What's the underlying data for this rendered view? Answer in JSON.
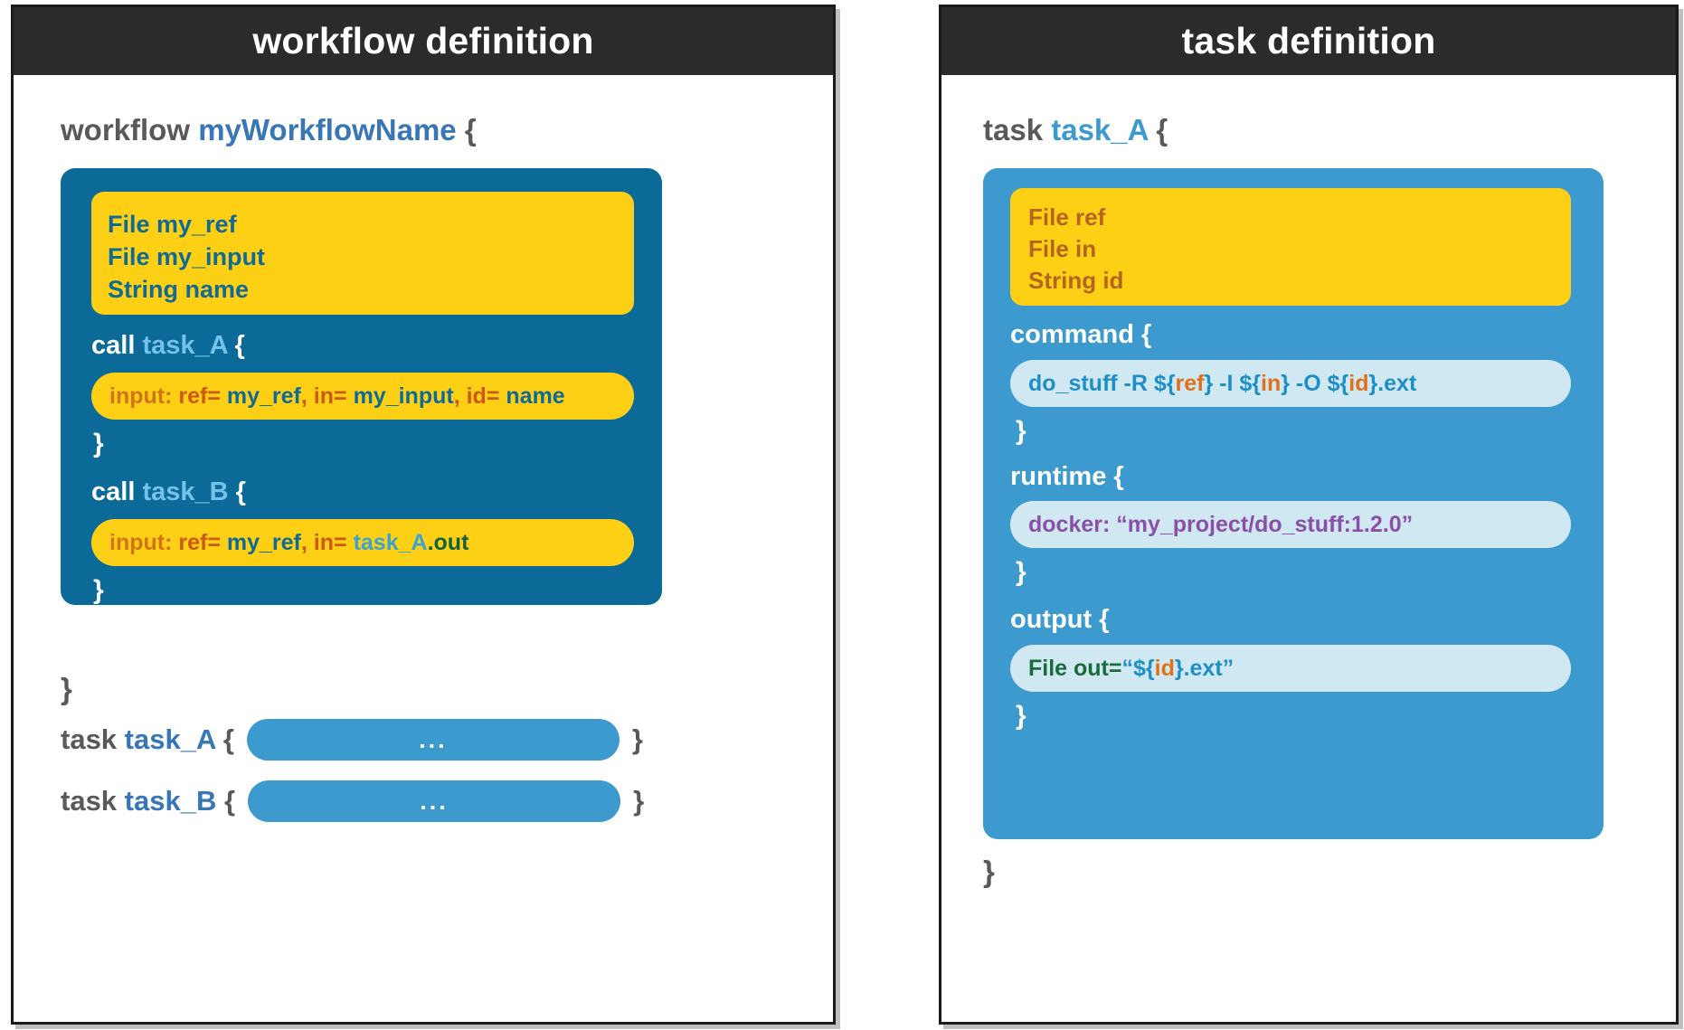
{
  "left_panel": {
    "header": "workflow definition",
    "declaration": {
      "keyword": "workflow",
      "name": "myWorkflowName",
      "brace": "{"
    },
    "inputs": [
      "File my_ref",
      "File my_input",
      "String name"
    ],
    "calls": [
      {
        "keyword": "call",
        "name": "task_A",
        "open_brace": "{",
        "close_brace": "}",
        "input_label": "input:",
        "args": [
          {
            "key": "ref=",
            "value": "my_ref",
            "value_kind": "var",
            "sep": ","
          },
          {
            "key": "in=",
            "value": "my_input",
            "value_kind": "var",
            "sep": ","
          },
          {
            "key": "id=",
            "value": "name",
            "value_kind": "var",
            "sep": ""
          }
        ]
      },
      {
        "keyword": "call",
        "name": "task_B",
        "open_brace": "{",
        "close_brace": "}",
        "input_label": "input:",
        "args": [
          {
            "key": "ref=",
            "value": "my_ref",
            "value_kind": "var",
            "sep": ","
          },
          {
            "key": "in=",
            "value": "task_A",
            "value_suffix": ".out",
            "value_kind": "taskref",
            "sep": ""
          }
        ]
      }
    ],
    "close_brace": "}",
    "task_stubs": [
      {
        "keyword": "task",
        "name": "task_A",
        "open_brace": "{",
        "ellipsis": "...",
        "close_brace": "}"
      },
      {
        "keyword": "task",
        "name": "task_B",
        "open_brace": "{",
        "ellipsis": "...",
        "close_brace": "}"
      }
    ]
  },
  "right_panel": {
    "header": "task definition",
    "declaration": {
      "keyword": "task",
      "name": "task_A",
      "brace": "{"
    },
    "inputs": [
      "File ref",
      "File in",
      "String id"
    ],
    "sections": [
      {
        "label": "command {",
        "close_brace": "}",
        "content_parts": [
          {
            "text": "do_stuff -R ${",
            "kind": "cmd"
          },
          {
            "text": "ref",
            "kind": "var"
          },
          {
            "text": "} -I ${",
            "kind": "cmd"
          },
          {
            "text": "in",
            "kind": "var"
          },
          {
            "text": "} -O ${",
            "kind": "cmd"
          },
          {
            "text": "id",
            "kind": "var"
          },
          {
            "text": "}.ext",
            "kind": "cmd"
          }
        ],
        "content_plain": "do_stuff -R ${ref} -I ${in} -O ${id}.ext"
      },
      {
        "label": "runtime {",
        "close_brace": "}",
        "content_parts": [
          {
            "text": "docker: “my_project/do_stuff:1.2.0”",
            "kind": "docker"
          }
        ],
        "content_plain": "docker: “my_project/do_stuff:1.2.0”"
      },
      {
        "label": "output {",
        "close_brace": "}",
        "content_parts": [
          {
            "text": "File out= ",
            "kind": "file"
          },
          {
            "text": "“${",
            "kind": "str"
          },
          {
            "text": "id",
            "kind": "var"
          },
          {
            "text": "}.ext”",
            "kind": "str"
          }
        ],
        "content_plain": "File out= “${id}.ext”"
      }
    ],
    "close_brace": "}"
  },
  "colors": {
    "header_bg": "#2b2b2b",
    "dark_blue": "#0c6a99",
    "light_blue": "#3d9ace",
    "yellow": "#fdcf15",
    "pale_blue": "#cfe8f1",
    "gray_text": "#595959",
    "blue_name": "#3876b5",
    "orange_var": "#cc5a16",
    "purple": "#8a4fa8",
    "green": "#1a6b3c"
  }
}
